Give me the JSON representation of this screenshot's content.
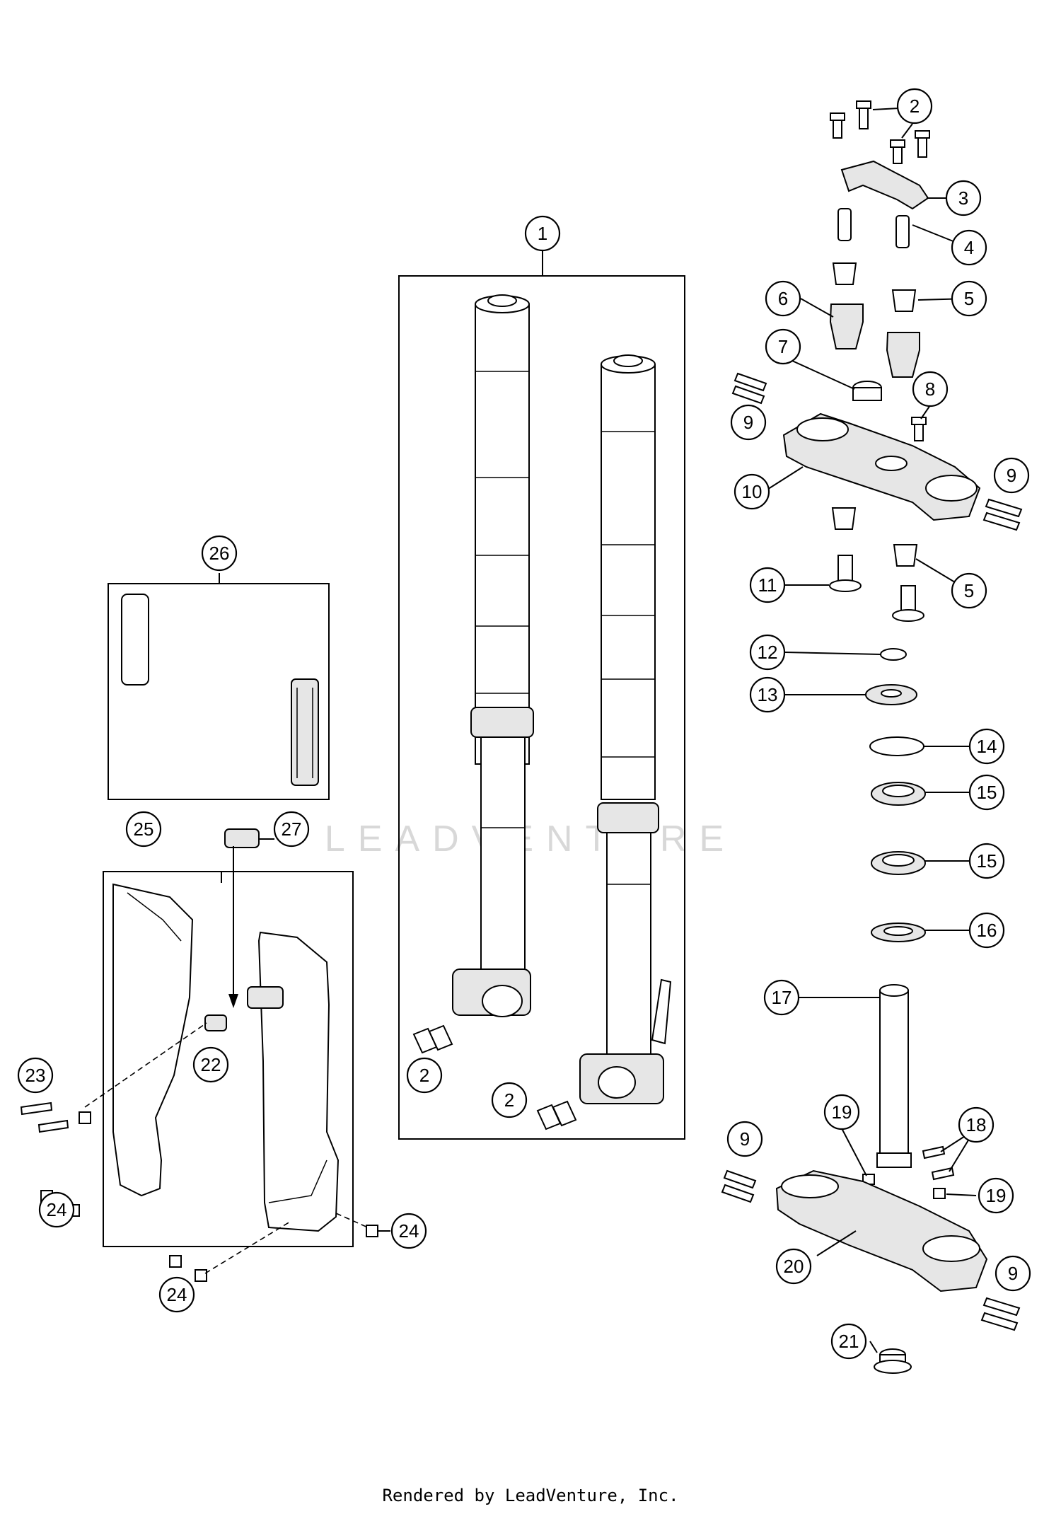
{
  "diagram": {
    "watermark": "LEADVENTURE",
    "footer": "Rendered by LeadVenture, Inc.",
    "callouts": [
      {
        "id": "c1",
        "label": "1"
      },
      {
        "id": "c2a",
        "label": "2"
      },
      {
        "id": "c2b",
        "label": "2"
      },
      {
        "id": "c2c",
        "label": "2"
      },
      {
        "id": "c3",
        "label": "3"
      },
      {
        "id": "c4",
        "label": "4"
      },
      {
        "id": "c5a",
        "label": "5"
      },
      {
        "id": "c5b",
        "label": "5"
      },
      {
        "id": "c6",
        "label": "6"
      },
      {
        "id": "c7",
        "label": "7"
      },
      {
        "id": "c8",
        "label": "8"
      },
      {
        "id": "c9a",
        "label": "9"
      },
      {
        "id": "c9b",
        "label": "9"
      },
      {
        "id": "c9c",
        "label": "9"
      },
      {
        "id": "c9d",
        "label": "9"
      },
      {
        "id": "c10",
        "label": "10"
      },
      {
        "id": "c11",
        "label": "11"
      },
      {
        "id": "c12",
        "label": "12"
      },
      {
        "id": "c13",
        "label": "13"
      },
      {
        "id": "c14",
        "label": "14"
      },
      {
        "id": "c15a",
        "label": "15"
      },
      {
        "id": "c15b",
        "label": "15"
      },
      {
        "id": "c16",
        "label": "16"
      },
      {
        "id": "c17",
        "label": "17"
      },
      {
        "id": "c18",
        "label": "18"
      },
      {
        "id": "c19a",
        "label": "19"
      },
      {
        "id": "c19b",
        "label": "19"
      },
      {
        "id": "c20",
        "label": "20"
      },
      {
        "id": "c21",
        "label": "21"
      },
      {
        "id": "c22",
        "label": "22"
      },
      {
        "id": "c23",
        "label": "23"
      },
      {
        "id": "c24a",
        "label": "24"
      },
      {
        "id": "c24b",
        "label": "24"
      },
      {
        "id": "c24c",
        "label": "24"
      },
      {
        "id": "c25",
        "label": "25"
      },
      {
        "id": "c26",
        "label": "26"
      },
      {
        "id": "c27",
        "label": "27"
      }
    ]
  }
}
